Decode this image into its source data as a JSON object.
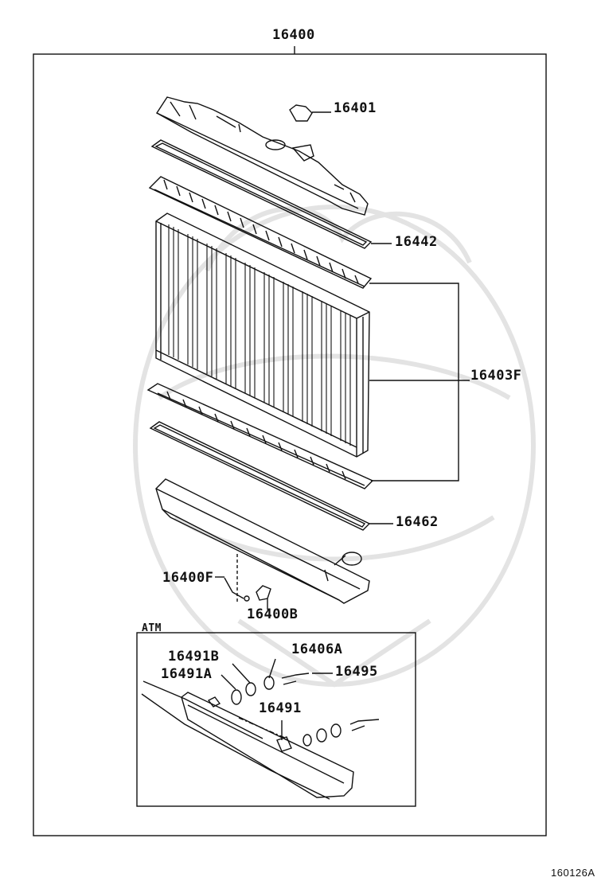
{
  "diagram": {
    "assembly_label": "16400",
    "parts": {
      "p16401": "16401",
      "p16442": "16442",
      "p16403F": "16403F",
      "p16462": "16462",
      "p16400F": "16400F",
      "p16400B": "16400B"
    },
    "atm": {
      "label": "ATM",
      "p16491B": "16491B",
      "p16406A": "16406A",
      "p16491A": "16491A",
      "p16495": "16495",
      "p16491": "16491"
    },
    "figure_code": "160126A"
  }
}
